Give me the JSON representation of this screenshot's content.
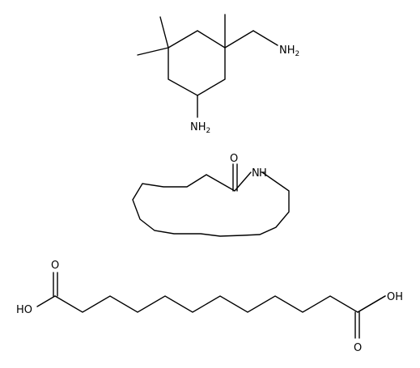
{
  "molecules": [
    {
      "id": "isophoronediamine",
      "labels": [
        {
          "name": "aminomethyl-nh2-label",
          "text": "NH",
          "sub": "2"
        },
        {
          "name": "ring-nh2-label",
          "text": "NH",
          "sub": "2"
        }
      ]
    },
    {
      "id": "laurolactam",
      "labels": [
        {
          "name": "carbonyl-o-label",
          "text": "O",
          "sub": ""
        },
        {
          "name": "amide-n-label",
          "text": "N",
          "sub": ""
        },
        {
          "name": "amide-h-label",
          "text": "H",
          "sub": ""
        }
      ]
    },
    {
      "id": "dodecanedioic-acid",
      "labels": [
        {
          "name": "left-carbonyl-o-label",
          "text": "O",
          "sub": ""
        },
        {
          "name": "left-hydroxyl-label",
          "text": "HO",
          "sub": ""
        },
        {
          "name": "right-hydroxyl-label",
          "text": "OH",
          "sub": ""
        },
        {
          "name": "right-carbonyl-o-label",
          "text": "O",
          "sub": ""
        }
      ]
    }
  ]
}
